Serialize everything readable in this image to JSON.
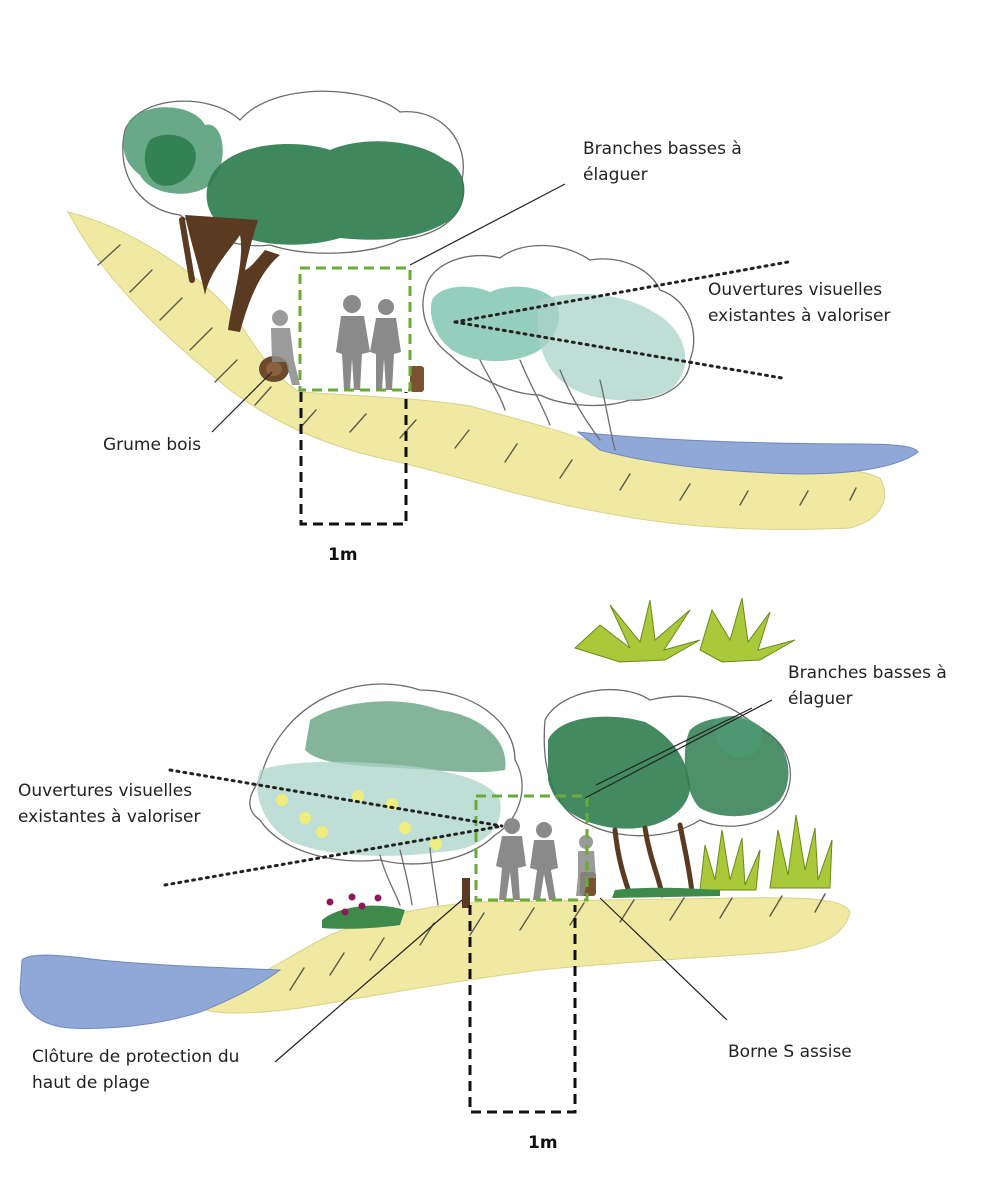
{
  "top_section": {
    "labels": {
      "branches": "Branches basses à\nélaguer",
      "openings": "Ouvertures visuelles\nexistantes à valoriser",
      "log": "Grume bois"
    },
    "scale": "1m"
  },
  "bottom_section": {
    "labels": {
      "branches": "Branches basses à\nélaguer",
      "openings": "Ouvertures visuelles\nexistantes à valoriser",
      "fence": "Clôture de protection du\nhaut de plage",
      "bollard": "Borne S assise"
    },
    "scale": "1m"
  },
  "colors": {
    "sand": "#efe9a2",
    "water": "#8fa8d8",
    "tree_dark": "#2f7d4f",
    "tree_mid": "#4e9a72",
    "tree_light": "#a9d3c8",
    "grass": "#a9c93a",
    "person": "#8a8a8a",
    "green_dash": "#6aaa3a"
  }
}
